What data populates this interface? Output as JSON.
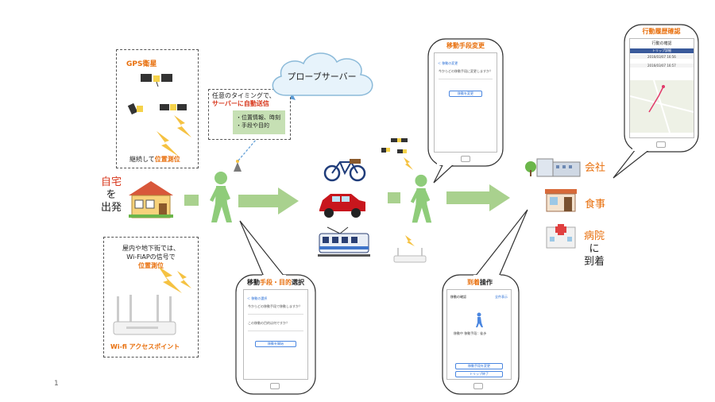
{
  "page_number": "1",
  "gps_box": {
    "title": "GPS衛星",
    "caption_prefix": "継続して",
    "caption_highlight": "位置測位"
  },
  "wifi_box": {
    "line1": "屋内や地下街では、",
    "line2": "Wi-FiAPの信号で",
    "line3": "位置測位",
    "ap_label": "Wi-fi アクセスポイント"
  },
  "home": {
    "label1": "自宅",
    "label2": "を",
    "label3": "出発"
  },
  "send_box": {
    "line1": "任意のタイミングで、",
    "line2": "サーバーに自動送信",
    "item1": "・位置情報、時刻",
    "item2": "・手段や目的"
  },
  "cloud": {
    "label": "プローブサーバー"
  },
  "bubble_select": {
    "title_prefix": "移動",
    "title_highlight": "手段・目的",
    "title_suffix": "選択",
    "screen_title": "",
    "back_label": "＜ 移動の選択",
    "q1": "今からどの移動手段で移動しますか？",
    "q2": "この移動の目的は何ですか？",
    "button": "移動を開始"
  },
  "bubble_change": {
    "title": "移動手段変更",
    "back_label": "＜ 移動の変更",
    "q1": "今からどの移動手段に変更しますか？",
    "button": "移動を変更"
  },
  "bubble_arrive": {
    "title_highlight": "到着",
    "title_suffix": "操作",
    "header_left": "移動の確認",
    "header_right": "全件表示",
    "status": "移動中 移動手段：徒歩",
    "button1": "移動手段を変更",
    "button2": "トリップ終了"
  },
  "bubble_history": {
    "title": "行動履歴確認",
    "screen_title": "行動の確認",
    "tab": "トリップ詳細",
    "row1": "2016/03/07 16:56",
    "row2": "2016/03/07 16:57"
  },
  "destinations": {
    "company": "会社",
    "meal": "食事",
    "hospital": "病院",
    "ni": "に",
    "arrive": "到着"
  },
  "colors": {
    "orange": "#e8700e",
    "red": "#d8381d",
    "arrow_green": "#a9d18e",
    "walker_green": "#8fcc7a",
    "cloud_fill": "#e7f3fb",
    "send_box_green": "#c6e0b4"
  }
}
